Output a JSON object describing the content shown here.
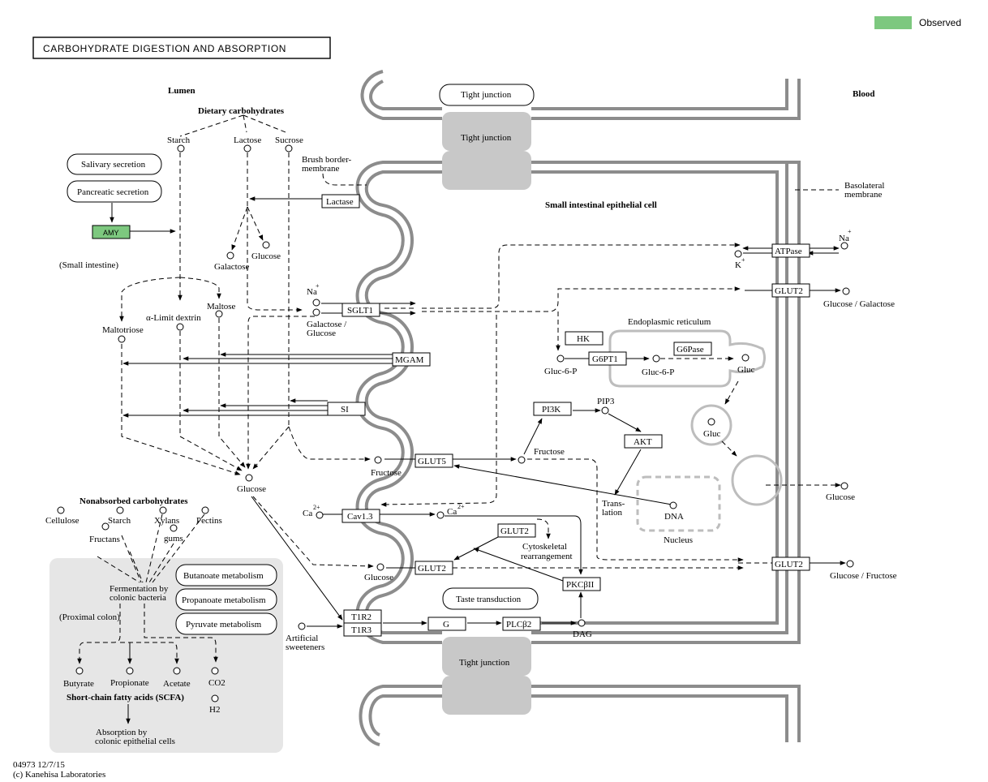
{
  "legend": {
    "label": "Observed",
    "color": "#7dc87f"
  },
  "title": "CARBOHYDRATE DIGESTION AND ABSORPTION",
  "regions": {
    "lumen": "Lumen",
    "blood": "Blood",
    "cell": "Small intestinal epithelial cell",
    "small_intestine": "(Small intestine)",
    "proximal_colon": "(Proximal colon)",
    "brush_border": [
      "Brush border-",
      "membrane"
    ],
    "basolateral": [
      "Basolateral",
      "membrane"
    ],
    "er": "Endoplasmic reticulum",
    "nucleus": "Nucleus",
    "tight_junction": "Tight junction"
  },
  "pathway_links": {
    "salivary": "Salivary secretion",
    "pancreatic": "Pancreatic secretion",
    "tight_junction": "Tight junction",
    "taste": "Taste transduction",
    "butanoate": "Butanoate metabolism",
    "propanoate": "Propanoate metabolism",
    "pyruvate": "Pyruvate metabolism"
  },
  "genes": {
    "amy": "AMY",
    "lactase": "Lactase",
    "sglt1": "SGLT1",
    "mgam": "MGAM",
    "si": "SI",
    "glut5": "GLUT5",
    "cav13": "Cav1.3",
    "glut2_small": "GLUT2",
    "glut2_apical": "GLUT2",
    "pkcbii": "PKCβII",
    "t1r2": "T1R2",
    "t1r3": "T1R3",
    "g": "G",
    "plcb2": "PLCβ2",
    "hk": "HK",
    "g6pt1": "G6PT1",
    "g6pase": "G6Pase",
    "pi3k": "PI3K",
    "akt": "AKT",
    "atpase": "ATPase",
    "glut2_baso1": "GLUT2",
    "glut2_baso2": "GLUT2"
  },
  "compounds": {
    "dietary": "Dietary carbohydrates",
    "starch": "Starch",
    "lactose": "Lactose",
    "sucrose": "Sucrose",
    "galactose": "Galactose",
    "glucose_1": "Glucose",
    "maltotriose": "Maltotriose",
    "limit_dextrin": "α-Limit dextrin",
    "maltose": "Maltose",
    "na": "Na",
    "plus": "+",
    "galactose_glucose": [
      "Galactose /",
      "Glucose"
    ],
    "glucose_center": "Glucose",
    "fructose_lumen": "Fructose",
    "fructose_cell": "Fructose",
    "ca": "Ca",
    "two_plus": "2+",
    "glucose_lower": "Glucose",
    "artificial_sweeteners": [
      "Artificial",
      "sweeteners"
    ],
    "dag": "DAG",
    "cytoskeletal": [
      "Cytoskeletal",
      "rearrangement"
    ],
    "translation": [
      "Trans-",
      "lation"
    ],
    "dna": "DNA",
    "gluc6p": "Gluc-6-P",
    "gluc": "Gluc",
    "pip3": "PIP3",
    "k": "K",
    "glucose_galactose": "Glucose / Galactose",
    "glucose_blood": "Glucose",
    "glucose_fructose": "Glucose / Fructose",
    "nonabsorbed": "Nonabsorbed carbohydrates",
    "cellulose": "Cellulose",
    "starch2": "Starch",
    "fructans": "Fructans",
    "xylans": "Xylans",
    "gums": "gums",
    "pectins": "Pectins",
    "fermentation": [
      "Fermentation by",
      "colonic bacteria"
    ],
    "butyrate": "Butyrate",
    "propionate": "Propionate",
    "acetate": "Acetate",
    "co2": "CO2",
    "h2": "H2",
    "scfa": "Short-chain fatty acids (SCFA)",
    "absorption": [
      "Absorption by",
      "colonic epithelial cells"
    ]
  },
  "footer": {
    "id": "04973 12/7/15",
    "copyright": "(c) Kanehisa Laboratories"
  }
}
